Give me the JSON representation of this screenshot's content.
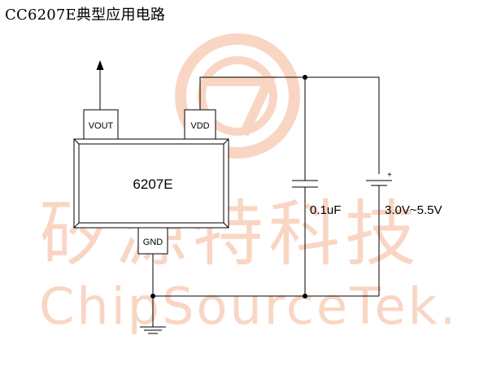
{
  "title": "CC6207E典型应用电路",
  "chip": {
    "name": "6207E",
    "pins": {
      "vout": "VOUT",
      "vdd": "VDD",
      "gnd": "GND"
    }
  },
  "components": {
    "capacitor_label": "0.1uF",
    "battery_label": "3.0V~5.5V",
    "battery_polarity": "+"
  },
  "watermark": {
    "cn": "矽源特科技",
    "en": "ChipSourceTek.",
    "color": "#f7c9b0"
  },
  "colors": {
    "line": "#000000",
    "chip_fill": "#ffffff"
  }
}
